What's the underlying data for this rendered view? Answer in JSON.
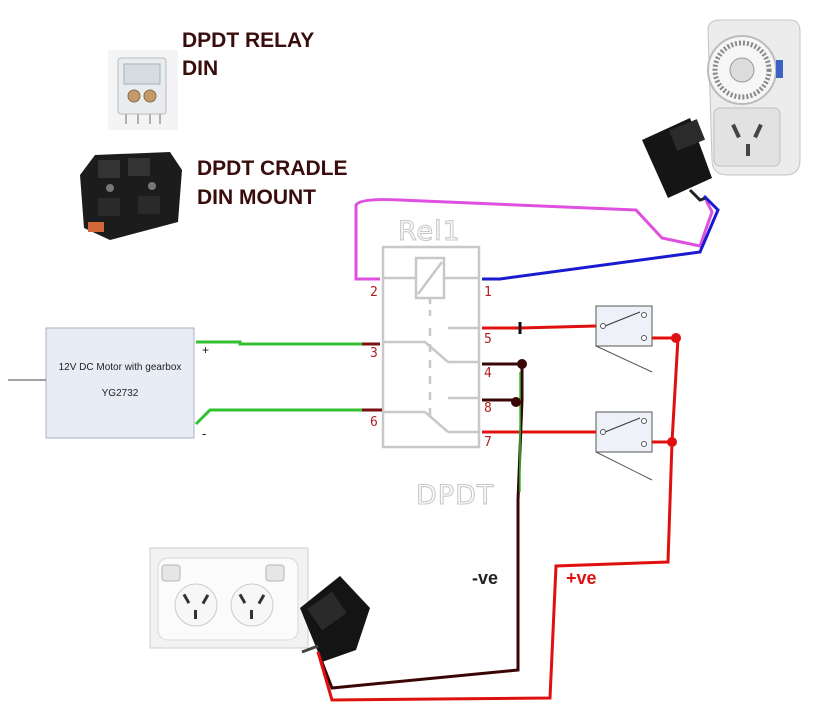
{
  "components": {
    "relay_photo": {
      "line1": "DPDT RELAY",
      "line2": "DIN"
    },
    "cradle_photo": {
      "line1": "DPDT CRADLE",
      "line2": "DIN MOUNT"
    },
    "relay_symbol": {
      "name": "Rel1",
      "type": "DPDT",
      "pins": [
        "1",
        "2",
        "3",
        "4",
        "5",
        "6",
        "7",
        "8"
      ]
    },
    "motor": {
      "line1": "12V DC Motor with gearbox",
      "line2": "YG2732",
      "plus": "+",
      "minus": "-"
    },
    "supply": {
      "negative": "-ve",
      "positive": "+ve"
    }
  },
  "colors": {
    "label": "#3a0d0d",
    "pin": "#b02020",
    "relay_outline": "#c8c8c8",
    "wire_red": "#e01010",
    "wire_green": "#30c030",
    "wire_dark": "#3a0505",
    "wire_magenta": "#e050e0",
    "wire_blue": "#1a1ad0",
    "ve_neg": "#222222",
    "ve_pos": "#e01010"
  },
  "icons": [
    "relay-photo",
    "din-cradle-photo",
    "mechanical-timer",
    "plug-adapter",
    "wall-outlet",
    "switch"
  ]
}
